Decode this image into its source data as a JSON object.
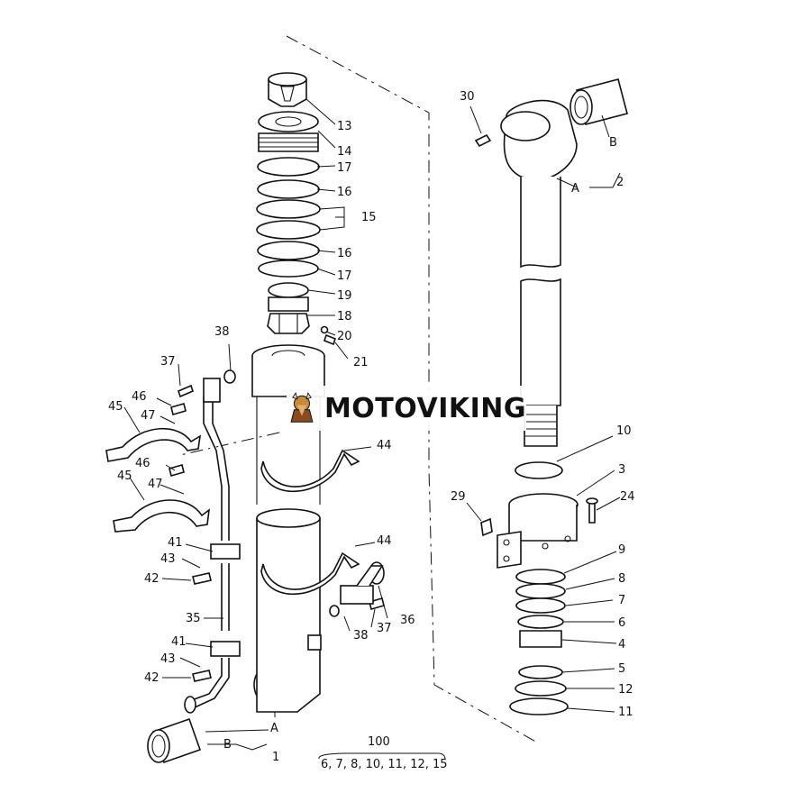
{
  "watermark": {
    "text": "MOTOVIKING"
  },
  "callouts": [
    "13",
    "14",
    "17",
    "16",
    "15",
    "16",
    "17",
    "19",
    "18",
    "20",
    "21",
    "38",
    "37",
    "46",
    "45",
    "47",
    "44",
    "45",
    "46",
    "47",
    "44",
    "41",
    "43",
    "42",
    "35",
    "41",
    "43",
    "42",
    "36",
    "37",
    "38",
    "30",
    "B",
    "A",
    "2",
    "10",
    "3",
    "29",
    "24",
    "9",
    "8",
    "7",
    "6",
    "4",
    "5",
    "12",
    "11",
    "A",
    "B",
    "1",
    "100"
  ],
  "footer": {
    "kit_number": "100",
    "kit_contents": "6, 7, 8, 10, 11, 12, 15"
  }
}
